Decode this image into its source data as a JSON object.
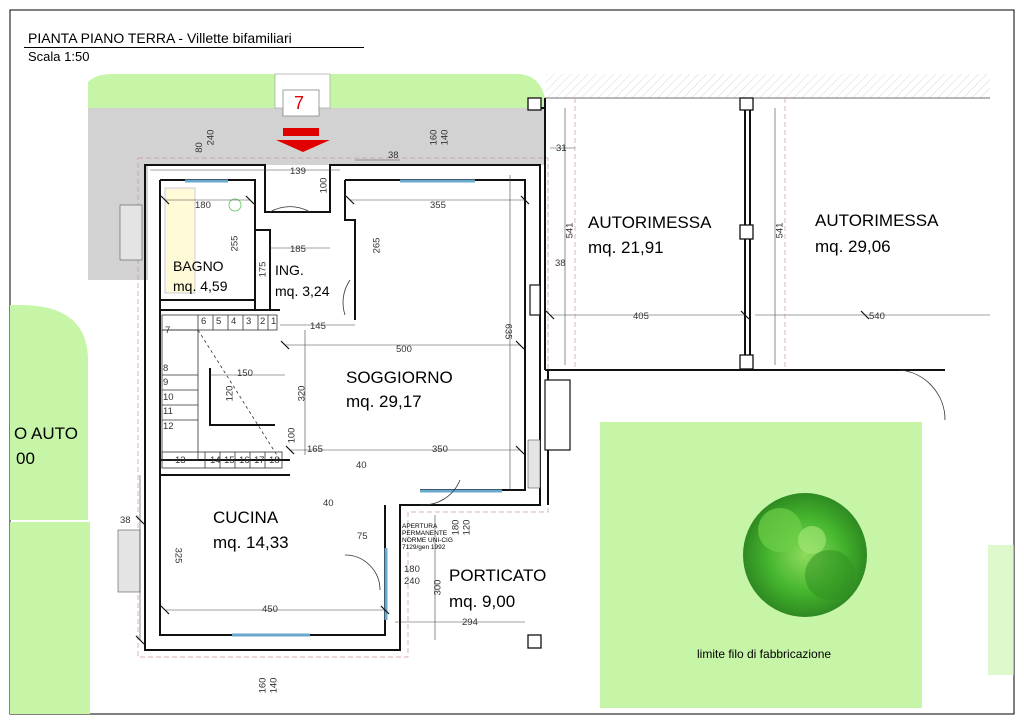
{
  "title": "PIANTA PIANO TERRA - Villette bifamiliari",
  "scale": "Scala 1:50",
  "entrance_number": "7",
  "rooms": {
    "bagno": {
      "name": "BAGNO",
      "area": "mq. 4,59"
    },
    "ingresso": {
      "name": "ING.",
      "area": "mq. 3,24"
    },
    "soggiorno": {
      "name": "SOGGIORNO",
      "area": "mq. 29,17"
    },
    "cucina": {
      "name": "CUCINA",
      "area": "mq. 14,33"
    },
    "porticato": {
      "name": "PORTICATO",
      "area": "mq. 9,00"
    },
    "autorimessa1": {
      "name": "AUTORIMESSA",
      "area": "mq. 21,91"
    },
    "autorimessa2": {
      "name": "AUTORIMESSA",
      "area": "mq. 29,06"
    },
    "posto_auto": {
      "name": "O AUTO",
      "area": "00"
    }
  },
  "notes": {
    "apertura_line1": "APERTURA",
    "apertura_line2": "PERMANENTE",
    "apertura_line3": "NORME UNI-CIG",
    "apertura_line4": "7129/gen 1992",
    "limite": "limite filo di fabbricazione"
  },
  "dimensions": {
    "d80": "80",
    "d240a": "240",
    "d160a": "160",
    "d140a": "140",
    "d139": "139",
    "d38a": "38",
    "d31": "31",
    "d100": "100",
    "d180a": "180",
    "d355": "355",
    "d255": "255",
    "d185": "185",
    "d265": "265",
    "d175": "175",
    "d541a": "541",
    "d541b": "541",
    "d38b": "38",
    "d405": "405",
    "d540": "540",
    "d145": "145",
    "d500": "500",
    "d635": "635",
    "d150": "150",
    "d120": "120",
    "d320": "320",
    "d100b": "100",
    "d165": "165",
    "d350": "350",
    "d40a": "40",
    "d40b": "40",
    "d75": "75",
    "d180b": "180",
    "d120b": "120",
    "d300": "300",
    "d180c": "180",
    "d240b": "240",
    "d38c": "38",
    "d325": "325",
    "d450": "450",
    "d294": "294",
    "d160b": "160",
    "d140b": "140"
  },
  "stairs": {
    "upper": [
      "7",
      "6",
      "5",
      "4",
      "3",
      "2",
      "1"
    ],
    "left": [
      "8",
      "9",
      "10",
      "11",
      "12"
    ],
    "lower": [
      "13",
      "14",
      "15",
      "16",
      "17",
      "18"
    ]
  },
  "colors": {
    "grass": "#c6f5a8",
    "paving": "#d2d2d2",
    "wall": "#111111",
    "window": "#7fb8dc",
    "arrow": "#e00000",
    "tree": "#3cae2c"
  }
}
